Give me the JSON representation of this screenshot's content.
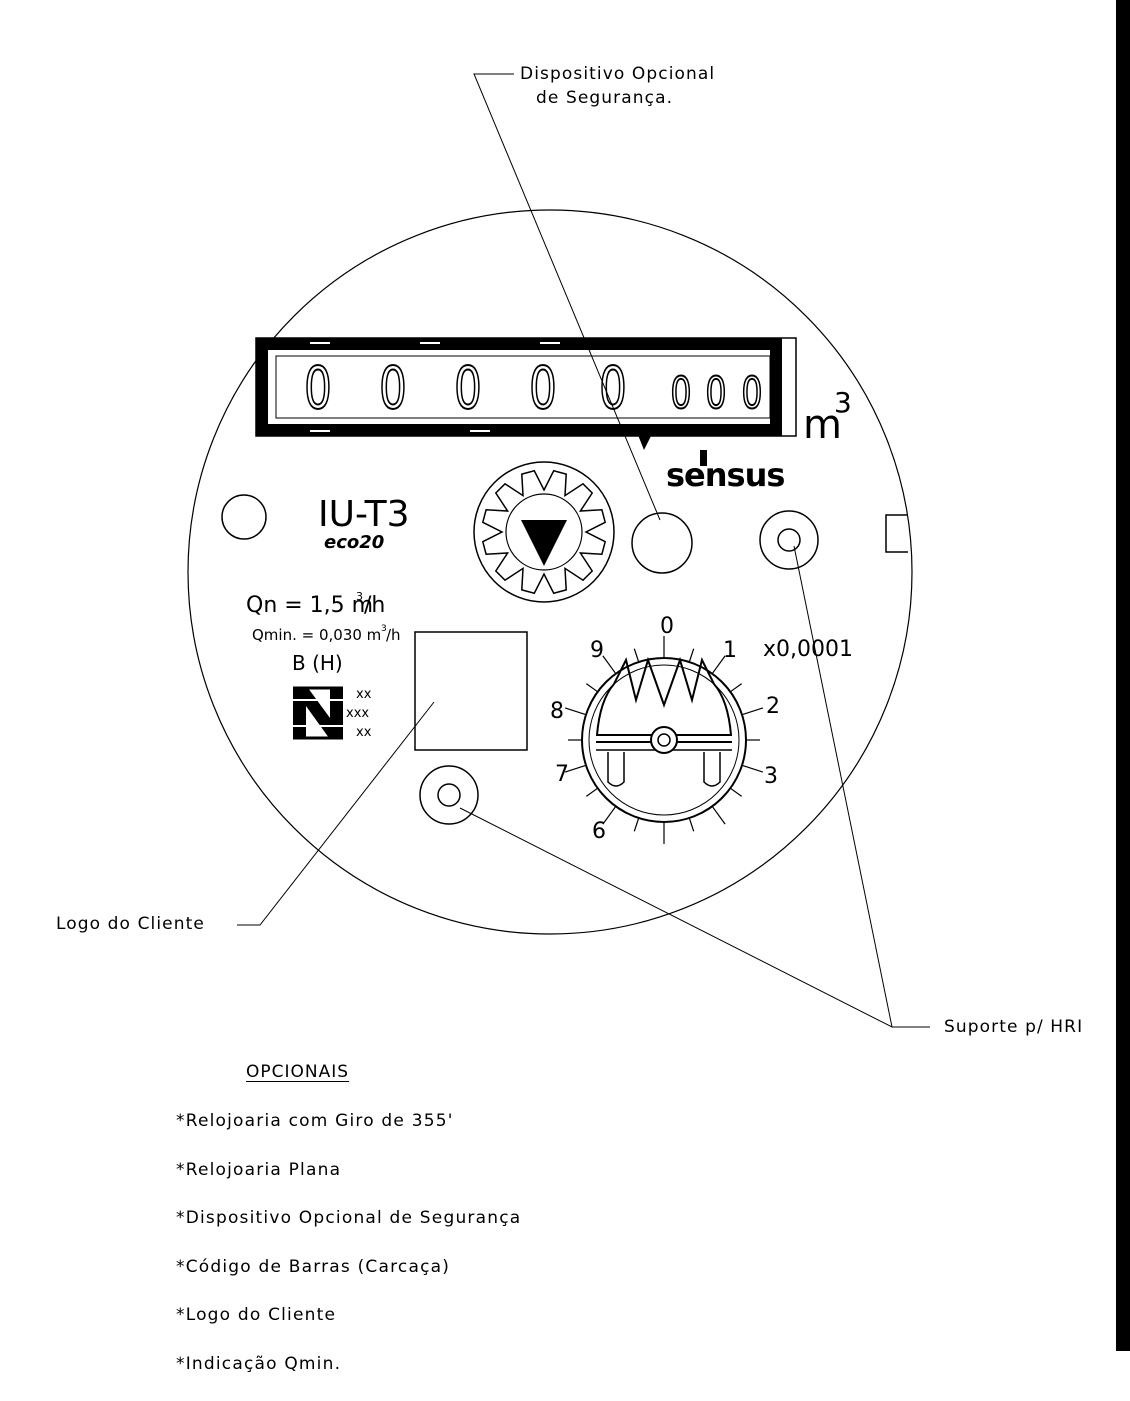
{
  "callouts": {
    "security_device": [
      "Dispositivo Opcional",
      "de Segurança."
    ],
    "client_logo": "Logo do Cliente",
    "hri_support": "Suporte p/ HRI"
  },
  "register": {
    "digits": [
      "0",
      "0",
      "0",
      "0",
      "0",
      "0",
      "0",
      "0"
    ],
    "unit": "m",
    "unit_exp": "3"
  },
  "dial_face": {
    "brand": "sensus",
    "model": "IU-T3",
    "submodel": "eco20",
    "qn_label": "Qn = 1,5 m",
    "qn_exp": "3",
    "qn_unit": "/h",
    "qmin_label": "Qmin. = 0,030 m",
    "qmin_exp": "3",
    "qmin_unit": "/h",
    "class": "B (H)",
    "inmetro_lines": [
      "xx",
      "xxx",
      "xx"
    ],
    "multiplier": "x0,0001",
    "dial_numbers": [
      "0",
      "1",
      "2",
      "3",
      "6",
      "7",
      "8",
      "9"
    ]
  },
  "options": {
    "title": "OPCIONAIS",
    "items": [
      "*Relojoaria com Giro de 355'",
      "*Relojoaria Plana",
      "*Dispositivo Opcional de Segurança",
      "*Código de Barras (Carcaça)",
      "*Logo do Cliente",
      "*Indicação Qmin."
    ]
  }
}
